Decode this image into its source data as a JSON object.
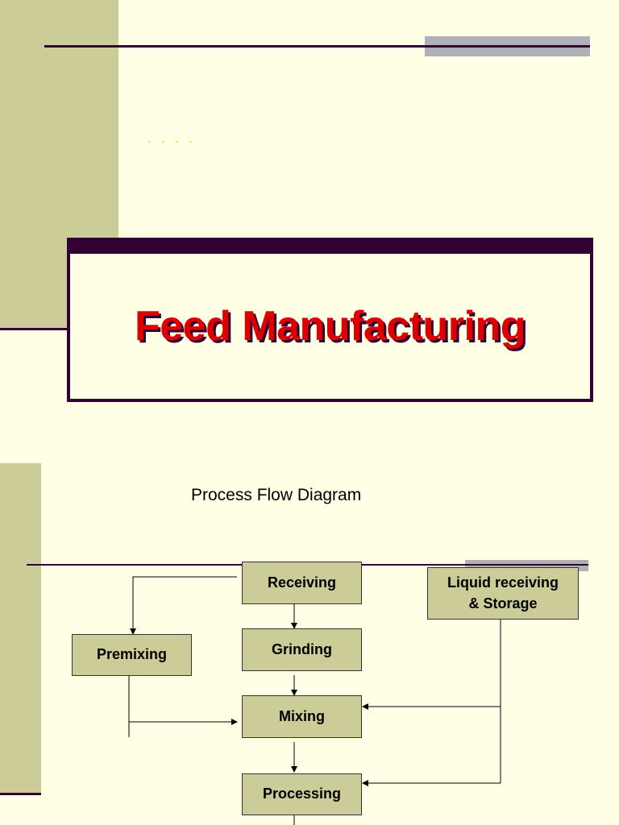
{
  "slide1": {
    "title": "Feed Manufacturing",
    "sparkles": [
      "`",
      "`",
      "`",
      "`"
    ]
  },
  "slide2": {
    "diagram_title": "Process Flow Diagram",
    "boxes": {
      "receiving": "Receiving",
      "grinding": "Grinding",
      "premixing": "Premixing",
      "mixing": "Mixing",
      "processing": "Processing",
      "liquid_line1": "Liquid receiving",
      "liquid_line2": "& Storage"
    }
  },
  "colors": {
    "background": "#ffffe5",
    "side_bar": "#cccc99",
    "rule": "#330033",
    "title_text": "#dd0000",
    "box_fill": "#cccc99",
    "accent_gray": "#b0b0b8"
  }
}
